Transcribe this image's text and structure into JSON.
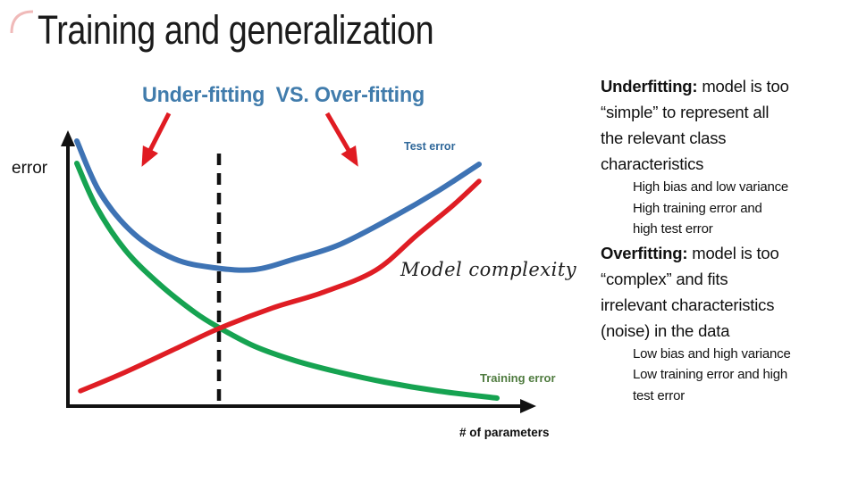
{
  "slide": {
    "title": "Training and generalization",
    "heading": "Under-fitting  VS. Over-fitting"
  },
  "chart": {
    "ylabel": "error",
    "xlabel": "# of parameters",
    "labels": {
      "test": "Test error",
      "training": "Training error",
      "complexity": "Model complexity"
    },
    "colors": {
      "heading_blue": "#417CAC",
      "test_curve": "#3E73B4",
      "train_curve": "#16A351",
      "rising_curve": "#DF1D24",
      "test_label": "#30689A",
      "train_label": "#4F7B3F",
      "arrow_red": "#E01B22",
      "axis_black": "#111111"
    },
    "curves": [
      {
        "name": "test-error-curve",
        "color_key": "test_curve",
        "width": 6,
        "points": [
          [
            86,
            158
          ],
          [
            112,
            216
          ],
          [
            150,
            262
          ],
          [
            195,
            290
          ],
          [
            240,
            300
          ],
          [
            285,
            302
          ],
          [
            330,
            290
          ],
          [
            380,
            274
          ],
          [
            440,
            243
          ],
          [
            490,
            214
          ],
          [
            536,
            184
          ]
        ]
      },
      {
        "name": "training-error-curve",
        "color_key": "train_curve",
        "width": 6,
        "points": [
          [
            86,
            183
          ],
          [
            108,
            232
          ],
          [
            140,
            280
          ],
          [
            178,
            318
          ],
          [
            218,
            350
          ],
          [
            245,
            367
          ],
          [
            285,
            388
          ],
          [
            330,
            404
          ],
          [
            375,
            416
          ],
          [
            430,
            428
          ],
          [
            490,
            438
          ],
          [
            556,
            446
          ]
        ]
      },
      {
        "name": "rising-error-curve",
        "color_key": "rising_curve",
        "width": 5.5,
        "points": [
          [
            90,
            438
          ],
          [
            140,
            417
          ],
          [
            200,
            389
          ],
          [
            245,
            368
          ],
          [
            305,
            345
          ],
          [
            360,
            328
          ],
          [
            420,
            303
          ],
          [
            467,
            263
          ],
          [
            507,
            230
          ],
          [
            536,
            203
          ]
        ]
      }
    ]
  },
  "right_panel": {
    "underfitting": {
      "term": "Underfitting:",
      "line1_rest": " model is too",
      "lines": [
        "“simple” to represent all",
        "the relevant class",
        "characteristics"
      ],
      "bullets": [
        "High bias and low variance",
        "High training error and",
        "high test error"
      ]
    },
    "overfitting": {
      "term": "Overfitting:",
      "line1_rest": " model is too",
      "lines": [
        "“complex” and fits",
        "irrelevant characteristics",
        "(noise) in the data"
      ],
      "bullets": [
        "Low bias and high variance",
        "Low training error and high",
        "test error"
      ]
    }
  }
}
